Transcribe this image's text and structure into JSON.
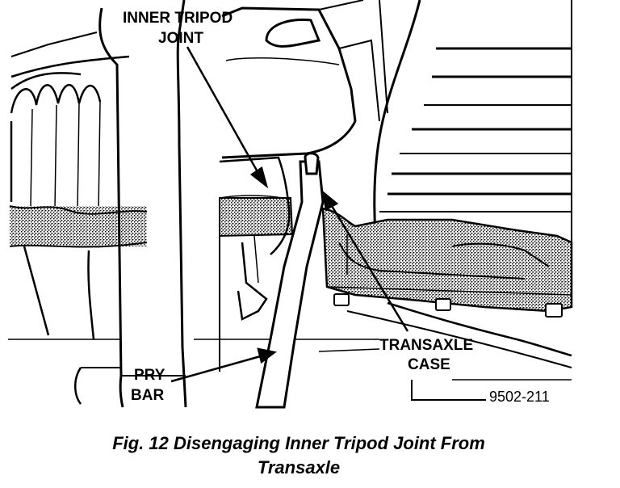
{
  "callouts": {
    "inner_tripod_joint_line1": "INNER TRIPOD",
    "inner_tripod_joint_line2": "JOINT",
    "transaxle_case_line1": "TRANSAXLE",
    "transaxle_case_line2": "CASE",
    "pry_bar_line1": "PRY",
    "pry_bar_line2": "BAR"
  },
  "figure_number": "9502-211",
  "caption": {
    "line1": "Fig. 12 Disengaging Inner Tripod Joint From",
    "line2": "Transaxle"
  },
  "colors": {
    "ink": "#000000",
    "paper": "#ffffff"
  }
}
